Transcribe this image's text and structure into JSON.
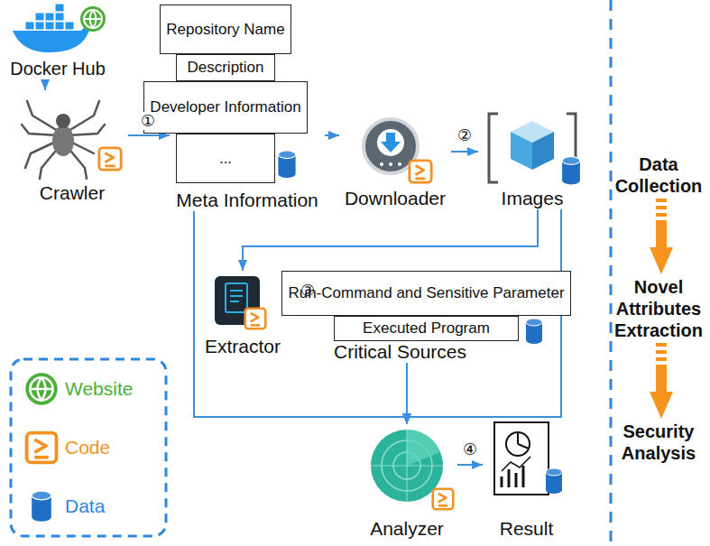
{
  "diagram": {
    "nodes": [
      {
        "text": [
          "Docker Hub"
        ]
      },
      {
        "text": [
          "Crawler"
        ]
      },
      {
        "text": [
          "Meta Information"
        ]
      },
      {
        "text": [
          "Repository Name"
        ],
        "in": 2
      },
      {
        "text": [
          "Description"
        ],
        "in": 2
      },
      {
        "text": [
          "Developer Information"
        ],
        "in": 2
      },
      {
        "text": [
          "..."
        ],
        "in": 2
      },
      {
        "text": [
          "Downloader"
        ]
      },
      {
        "text": [
          "Images"
        ]
      },
      {
        "text": [
          "Extractor"
        ]
      },
      {
        "text": [
          "Critical Sources"
        ]
      },
      {
        "text": [
          "Run-Command and Sensitive Parameter"
        ],
        "in": 10
      },
      {
        "text": [
          "Executed Program"
        ],
        "in": 10
      },
      {
        "text": [
          "Analyzer"
        ]
      },
      {
        "text": [
          "Result"
        ]
      },
      {
        "text": [
          "Data Collection"
        ]
      },
      {
        "text": [
          "Novel Attributes Extraction"
        ]
      },
      {
        "text": [
          "Security Analysis"
        ]
      }
    ],
    "edges": [
      {
        "from": 0,
        "to": 1,
        "arrow": "to"
      },
      {
        "from": 1,
        "to": 2,
        "arrow": "to",
        "label": "①"
      },
      {
        "from": 2,
        "to": 7,
        "arrow": "to"
      },
      {
        "from": 7,
        "to": 8,
        "arrow": "to",
        "label": "②"
      },
      {
        "from": 8,
        "to": 9,
        "arrow": "to"
      },
      {
        "from": 9,
        "to": 10,
        "arrow": "to",
        "label": "③"
      },
      {
        "from": 2,
        "to": 13,
        "arrow": "to"
      },
      {
        "from": 8,
        "to": 13,
        "arrow": "to"
      },
      {
        "from": 10,
        "to": 13,
        "arrow": "to"
      },
      {
        "from": 13,
        "to": 14,
        "arrow": "to",
        "label": "④"
      },
      {
        "from": 15,
        "to": 16,
        "arrow": "to"
      },
      {
        "from": 16,
        "to": 17,
        "arrow": "to"
      }
    ],
    "legend": [
      {
        "text": "Website"
      },
      {
        "text": "Code"
      },
      {
        "text": "Data"
      }
    ]
  }
}
